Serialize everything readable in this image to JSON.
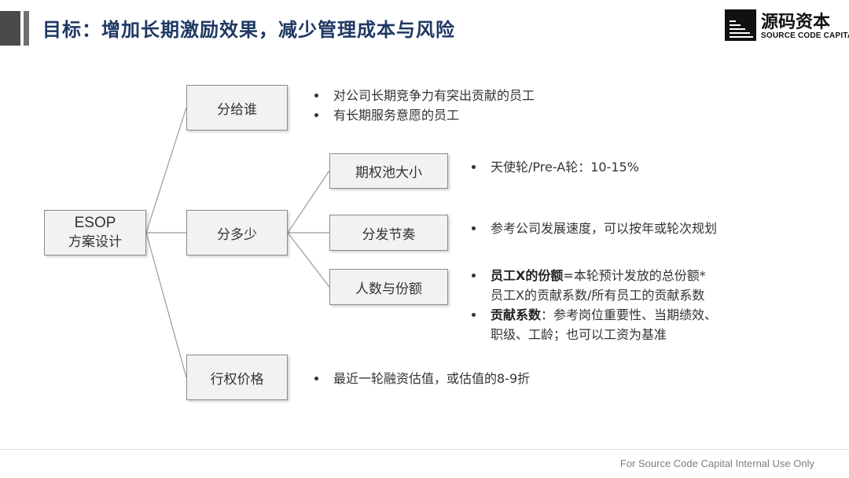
{
  "header": {
    "title": "目标：增加长期激励效果，减少管理成本与风险"
  },
  "logo": {
    "name_cn": "源码资本",
    "name_en": "SOURCE CODE CAPITAL"
  },
  "diagram": {
    "root": {
      "line1": "ESOP",
      "line2": "方案设计"
    },
    "branches": {
      "who": {
        "label": "分给谁",
        "bullets": [
          "对公司长期竞争力有突出贡献的员工",
          "有长期服务意愿的员工"
        ]
      },
      "how_much": {
        "label": "分多少",
        "children": {
          "pool": {
            "label": "期权池大小",
            "bullets": [
              "天使轮/Pre-A轮：10-15%"
            ]
          },
          "schedule": {
            "label": "分发节奏",
            "bullets": [
              "参考公司发展速度，可以按年或轮次规划"
            ]
          },
          "headcount": {
            "label": "人数与份额",
            "formula_bold": "员工X的份额",
            "formula_rest": "=本轮预计发放的总份额*",
            "formula_line2": "员工X的贡献系数/所有员工的贡献系数",
            "coef_bold": "贡献系数",
            "coef_rest": "：参考岗位重要性、当期绩效、",
            "coef_line2": "职级、工龄；也可以工资为基准"
          }
        }
      },
      "price": {
        "label": "行权价格",
        "bullets": [
          "最近一轮融资估值，或估值的8-9折"
        ]
      }
    }
  },
  "footer": {
    "text": "For Source Code Capital Internal Use Only"
  }
}
